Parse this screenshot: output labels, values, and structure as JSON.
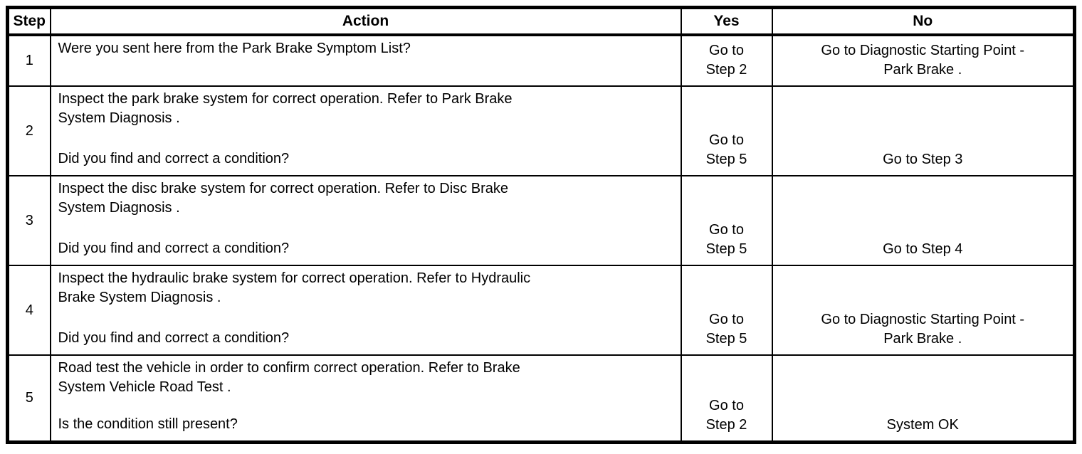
{
  "table": {
    "headers": {
      "step": "Step",
      "action": "Action",
      "yes": "Yes",
      "no": "No"
    },
    "rows": [
      {
        "step": "1",
        "action_desc": "Were you sent here from the Park Brake Symptom List?",
        "action_question": "",
        "yes": "Go to\nStep 2",
        "no": "Go to Diagnostic Starting Point -\nPark Brake ."
      },
      {
        "step": "2",
        "action_desc": "Inspect the park brake system for correct operation. Refer to Park Brake\nSystem Diagnosis .",
        "action_question": "Did you find and correct a condition?",
        "yes": "Go to\nStep 5",
        "no": "Go to Step 3"
      },
      {
        "step": "3",
        "action_desc": "Inspect the disc brake system for correct operation. Refer to Disc Brake\nSystem Diagnosis .",
        "action_question": "Did you find and correct a condition?",
        "yes": "Go to\nStep 5",
        "no": "Go to Step 4"
      },
      {
        "step": "4",
        "action_desc": "Inspect the hydraulic brake system for correct operation. Refer to Hydraulic\nBrake System Diagnosis .",
        "action_question": "Did you find and correct a condition?",
        "yes": "Go to\nStep 5",
        "no": "Go to Diagnostic Starting Point -\nPark Brake ."
      },
      {
        "step": "5",
        "action_desc": "Road test the vehicle in order to confirm correct operation. Refer to Brake\nSystem Vehicle Road Test .",
        "action_question": "Is the condition still present?",
        "yes": "Go to\nStep 2",
        "no": "System OK"
      }
    ]
  }
}
